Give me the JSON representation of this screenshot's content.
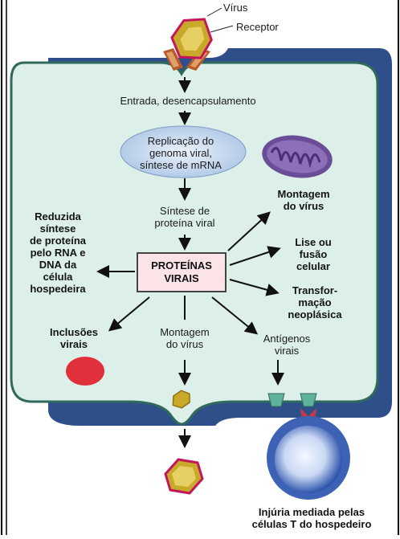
{
  "labels": {
    "virus": "Vírus",
    "receptor": "Receptor",
    "entry": "Entrada, desencapsulamento",
    "replication": [
      "Replicação do",
      "genoma viral,",
      "síntese de mRNA"
    ],
    "synthesis": [
      "Síntese de",
      "proteína viral"
    ],
    "proteins": [
      "PROTEÍNAS",
      "VIRAIS"
    ],
    "assembly_right": [
      "Montagem",
      "do vírus"
    ],
    "lysis": [
      "Lise ou",
      "fusão",
      "celular"
    ],
    "transformation": [
      "Transfor-",
      "mação",
      "neoplásica"
    ],
    "reduced": [
      "Reduzida",
      "síntese",
      "de proteína",
      "pelo RNA e",
      "DNA da",
      "célula",
      "hospedeira"
    ],
    "inclusions": [
      "Inclusões",
      "virais"
    ],
    "assembly_bottom": [
      "Montagem",
      "do vírus"
    ],
    "antigens": [
      "Antígenos",
      "virais"
    ],
    "injury": [
      "Injúria mediada pelas",
      "células T do hospedeiro"
    ]
  },
  "colors": {
    "cell_fill": "#dcefe8",
    "cell_border": "#2f6a5c",
    "cell_shadow": "#2f4f8a",
    "ellipse": "#b9cfe8",
    "mitochondria": "#6a4d96",
    "inclusion": "#e0303c",
    "virus_fill": "#c9a92a",
    "virus_border": "#c2185b",
    "tcell": "#3d62b5",
    "receptor": "#b85a2a",
    "antigen": "#5fb39a"
  }
}
